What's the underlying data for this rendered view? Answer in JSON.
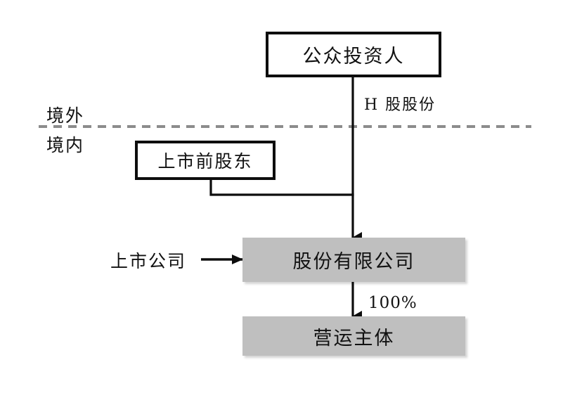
{
  "diagram": {
    "title_hidden": "",
    "nodes": [
      {
        "id": "public-investors",
        "label": "公众投资人",
        "style": "outline"
      },
      {
        "id": "pre-ipo-shareholders",
        "label": "上市前股东",
        "style": "outline"
      },
      {
        "id": "joint-stock-company",
        "label": "股份有限公司",
        "style": "filled"
      },
      {
        "id": "operating-entity",
        "label": "营运主体",
        "style": "filled"
      }
    ],
    "edge_labels": {
      "h_shares": "H 股股份",
      "ownership_percent": "100%"
    },
    "annotations": {
      "offshore": "境外",
      "onshore": "境内",
      "listed_company": "上市公司"
    },
    "colors": {
      "box_fill": "#bfbfbf",
      "box_stroke": "#0d0d0d",
      "text": "#111111",
      "divider": "#8c8c8c",
      "background": "#ffffff"
    }
  }
}
